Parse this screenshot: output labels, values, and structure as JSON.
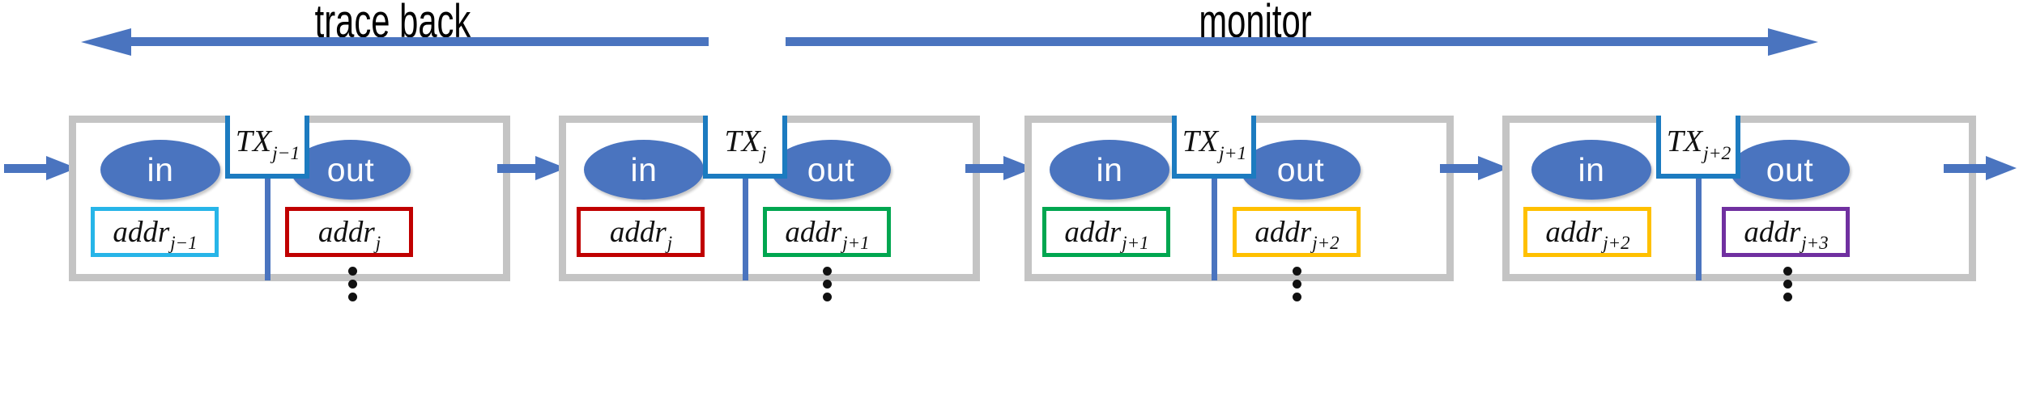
{
  "diagram": {
    "title_phases": [
      {
        "label": "trace back",
        "direction": "left"
      },
      {
        "label": "monitor",
        "direction": "right"
      }
    ],
    "node_in_label": "in",
    "node_out_label": "out",
    "ellipsis_symbol": "vertical-ellipsis",
    "colors": {
      "block_frame": "#c4c4c4",
      "ellipse_fill": "#4a74bf",
      "ellipse_text": "#ffffff",
      "tx_border": "#1c7bc0",
      "arrow_blue": "#4a74bf",
      "addr_cyan": "#27b5e8",
      "addr_red": "#c00000",
      "addr_green": "#00a650",
      "addr_yellow": "#ffc000",
      "addr_purple": "#7030a0",
      "text_black": "#111111",
      "background": "#ffffff"
    },
    "blocks": [
      {
        "tx": {
          "base": "TX",
          "sub": "j−1"
        },
        "in": {
          "label": "in"
        },
        "out": {
          "label": "out"
        },
        "addr_in": {
          "base": "addr",
          "sub": "j−1",
          "color": "#27b5e8"
        },
        "addr_out": {
          "base": "addr",
          "sub": "j",
          "color": "#c00000"
        }
      },
      {
        "tx": {
          "base": "TX",
          "sub": "j"
        },
        "in": {
          "label": "in"
        },
        "out": {
          "label": "out"
        },
        "addr_in": {
          "base": "addr",
          "sub": "j",
          "color": "#c00000"
        },
        "addr_out": {
          "base": "addr",
          "sub": "j+1",
          "color": "#00a650"
        }
      },
      {
        "tx": {
          "base": "TX",
          "sub": "j+1"
        },
        "in": {
          "label": "in"
        },
        "out": {
          "label": "out"
        },
        "addr_in": {
          "base": "addr",
          "sub": "j+1",
          "color": "#00a650"
        },
        "addr_out": {
          "base": "addr",
          "sub": "j+2",
          "color": "#ffc000"
        }
      },
      {
        "tx": {
          "base": "TX",
          "sub": "j+2"
        },
        "in": {
          "label": "in"
        },
        "out": {
          "label": "out"
        },
        "addr_in": {
          "base": "addr",
          "sub": "j+2",
          "color": "#ffc000"
        },
        "addr_out": {
          "base": "addr",
          "sub": "j+3",
          "color": "#7030a0"
        }
      }
    ]
  }
}
